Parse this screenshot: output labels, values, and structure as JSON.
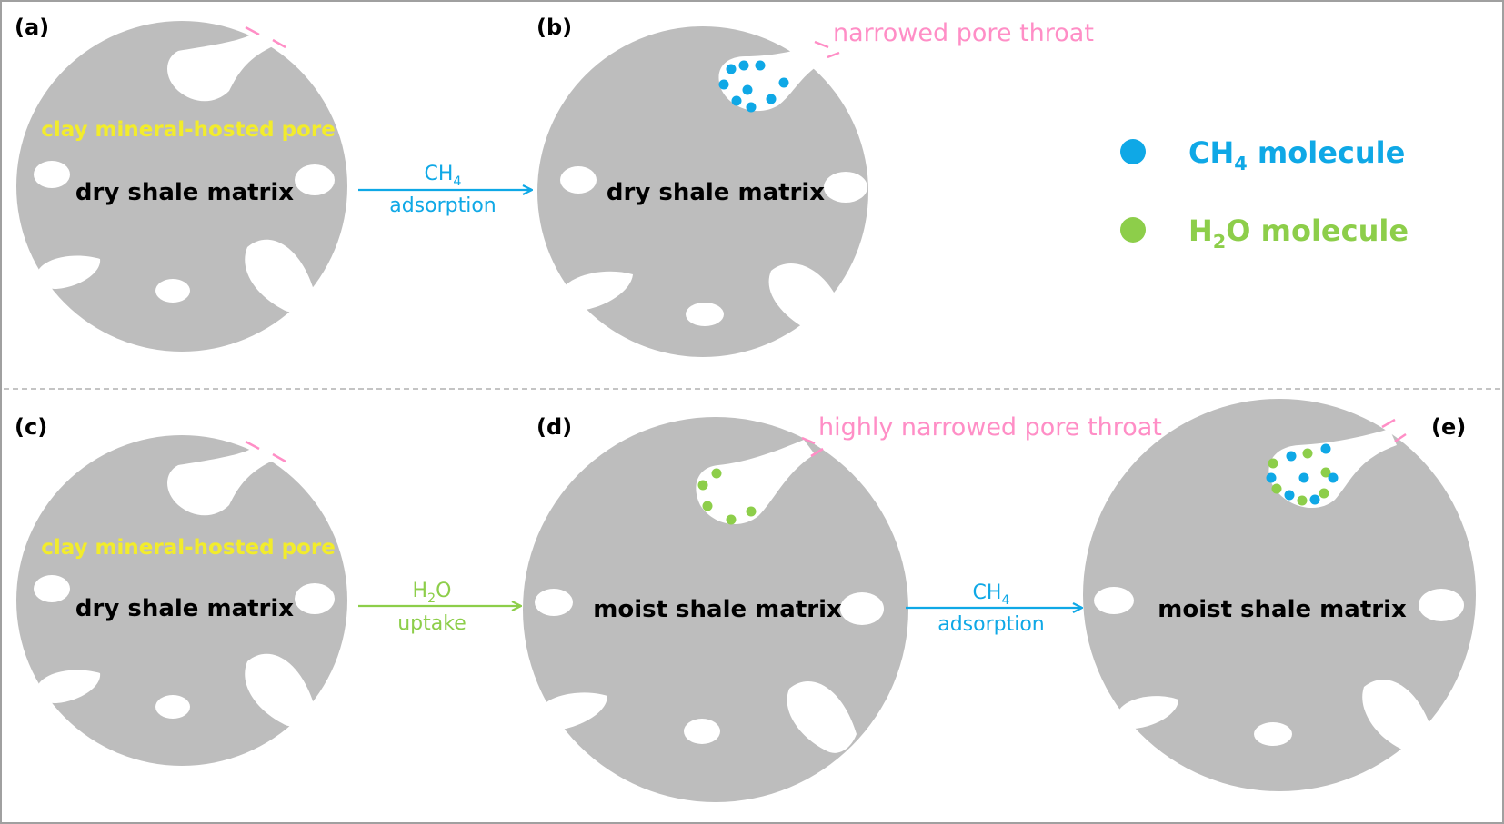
{
  "colors": {
    "matrix": "#bdbdbd",
    "ch4": "#0fa8e6",
    "h2o": "#8dce4a",
    "throat": "#ff8ec6",
    "clay_label": "#f2ec2c",
    "divider": "#b0b0b0"
  },
  "panels": {
    "a": {
      "label": "(a)",
      "matrix_text": "dry shale matrix",
      "pore_label": "clay mineral-hosted pore"
    },
    "b": {
      "label": "(b)",
      "matrix_text": "dry shale matrix",
      "throat_label": "narrowed pore throat"
    },
    "c": {
      "label": "(c)",
      "matrix_text": "dry shale matrix",
      "pore_label": "clay mineral-hosted pore"
    },
    "d": {
      "label": "(d)",
      "matrix_text": "moist shale matrix",
      "throat_label": "highly narrowed pore throat"
    },
    "e": {
      "label": "(e)",
      "matrix_text": "moist shale matrix"
    }
  },
  "arrows": {
    "ab": {
      "line1_main": "CH",
      "line1_sub": "4",
      "line2": "adsorption",
      "color": "#0fa8e6"
    },
    "cd": {
      "line1_main": "H",
      "line1_sub": "2",
      "line1_tail": "O",
      "line2": "uptake",
      "color": "#8dce4a"
    },
    "de": {
      "line1_main": "CH",
      "line1_sub": "4",
      "line2": "adsorption",
      "color": "#0fa8e6"
    }
  },
  "legend": {
    "ch4": {
      "main": "CH",
      "sub": "4",
      "tail": " molecule"
    },
    "h2o": {
      "main": "H",
      "sub": "2",
      "tail": "O molecule"
    }
  }
}
